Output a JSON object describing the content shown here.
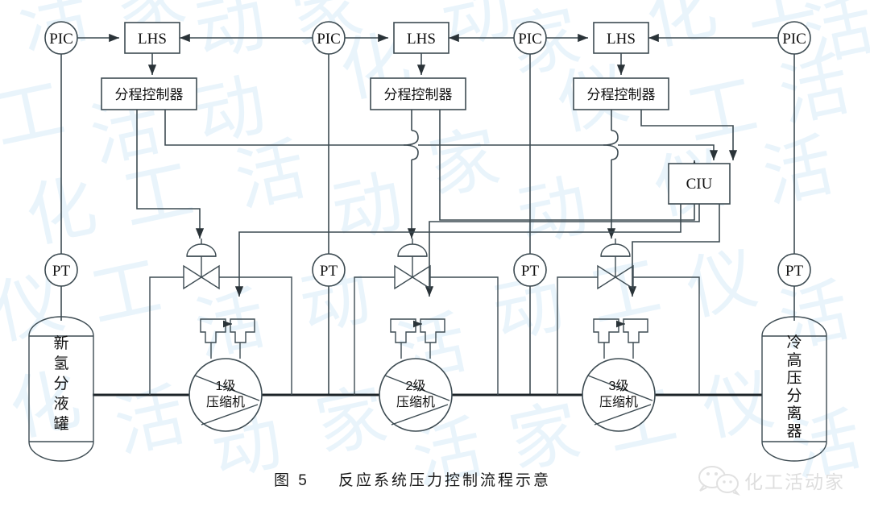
{
  "figure": {
    "caption_number": "图 5",
    "caption_text": "反应系统压力控制流程示意"
  },
  "watermark": {
    "text": "化工活动家",
    "brand_text": "化工活动家",
    "brand_icon": "wechat-icon",
    "color": "#e4f2fb"
  },
  "controllers": {
    "pic_label": "PIC",
    "lhs_label": "LHS",
    "split_range_label": "分程控制器",
    "ciu_label": "CIU",
    "pt_label": "PT"
  },
  "instruments": [
    {
      "name": "pic-1",
      "label": "PIC"
    },
    {
      "name": "pic-2",
      "label": "PIC"
    },
    {
      "name": "pic-3",
      "label": "PIC"
    },
    {
      "name": "pic-4",
      "label": "PIC"
    },
    {
      "name": "lhs-1",
      "label": "LHS"
    },
    {
      "name": "lhs-2",
      "label": "LHS"
    },
    {
      "name": "lhs-3",
      "label": "LHS"
    },
    {
      "name": "src-1",
      "label": "分程控制器"
    },
    {
      "name": "src-2",
      "label": "分程控制器"
    },
    {
      "name": "src-3",
      "label": "分程控制器"
    },
    {
      "name": "ciu",
      "label": "CIU"
    },
    {
      "name": "pt-1",
      "label": "PT"
    },
    {
      "name": "pt-2",
      "label": "PT"
    },
    {
      "name": "pt-3",
      "label": "PT"
    },
    {
      "name": "pt-4",
      "label": "PT"
    }
  ],
  "equipment": {
    "vessel_left": {
      "line1": "新",
      "line2": "氢",
      "line3": "分",
      "line4": "液",
      "line5": "罐",
      "full": "新氢分液罐"
    },
    "vessel_right": {
      "line1": "冷",
      "line2": "高",
      "line3": "压",
      "line4": "分",
      "line5": "离",
      "line6": "器",
      "full": "冷高压分离器"
    },
    "compressors": [
      {
        "name": "compressor-stage-1",
        "line1": "1级",
        "line2": "压缩机"
      },
      {
        "name": "compressor-stage-2",
        "line1": "2级",
        "line2": "压缩机"
      },
      {
        "name": "compressor-stage-3",
        "line1": "3级",
        "line2": "压缩机"
      }
    ]
  },
  "colors": {
    "line": "#3d4b52",
    "pipe": "#1d2428",
    "background": "#ffffff",
    "watermark": "#e4f2fb"
  }
}
